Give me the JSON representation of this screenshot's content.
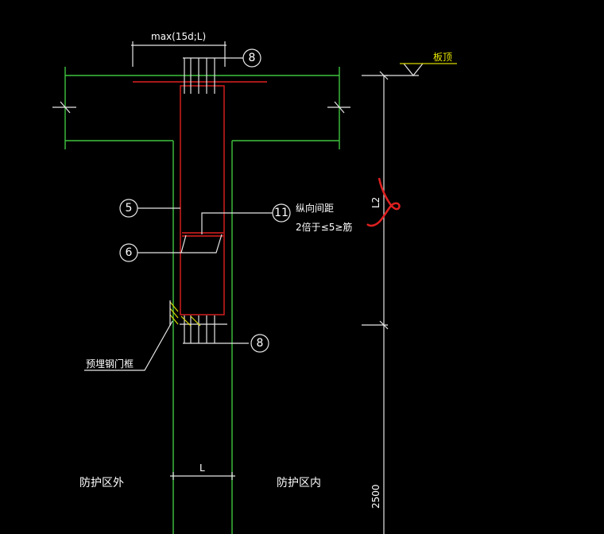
{
  "labels": {
    "top_dim": "max(15d;L)",
    "slab_top": "板顶",
    "dim_L2": "L2",
    "dim_2500": "2500",
    "dim_L": "L",
    "note_line1": "纵向间距",
    "note_line2": "2倍于≤5≥筋",
    "embedded": "预埋钢门框",
    "outside": "防护区外",
    "inside": "防护区内"
  },
  "callouts": {
    "c8_top": "8",
    "c5": "5",
    "c11": "11",
    "c6": "6",
    "c8_bottom": "8"
  },
  "colors": {
    "concrete": "#3fc43f",
    "rebar": "#e02020",
    "leader": "#e6e6e6",
    "slab_mark": "#d8d800"
  }
}
